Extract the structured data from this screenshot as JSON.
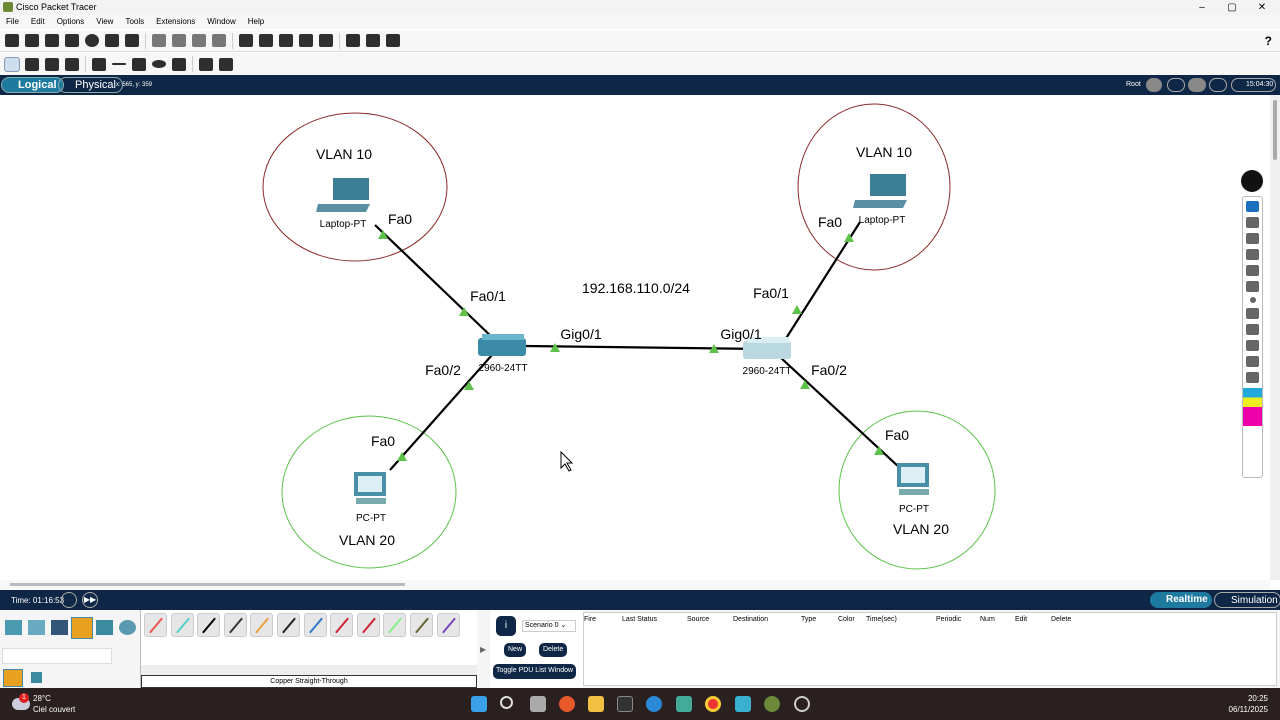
{
  "window": {
    "title": "Cisco Packet Tracer",
    "help_icon": "?"
  },
  "menu": [
    "File",
    "Edit",
    "Options",
    "View",
    "Tools",
    "Extensions",
    "Window",
    "Help"
  ],
  "nav": {
    "logical": "Logical",
    "physical": "Physical",
    "coords": "x: 565, y: 359",
    "root": "Root",
    "clock": "15:04:30"
  },
  "topology": {
    "network_label": "192.168.110.0/24",
    "vlans": {
      "left_top": "VLAN 10",
      "right_top": "VLAN 10",
      "left_bottom": "VLAN 20",
      "right_bottom": "VLAN 20"
    },
    "devices": {
      "laptop_left": "Laptop-PT",
      "laptop_right": "Laptop-PT",
      "pc_left": "PC-PT",
      "pc_right": "PC-PT",
      "switch_left": "2960-24TT",
      "switch_right": "2960-24TT"
    },
    "ports": {
      "laptop_left_fa0": "Fa0",
      "sw1_fa01": "Fa0/1",
      "sw1_gig01": "Gig0/1",
      "sw1_fa02": "Fa0/2",
      "pc_left_fa0": "Fa0",
      "laptop_right_fa0": "Fa0",
      "sw2_fa01": "Fa0/1",
      "sw2_gig01": "Gig0/1",
      "sw2_fa02": "Fa0/2",
      "pc_right_fa0": "Fa0"
    },
    "colors": {
      "vlan10": "#8b2a2a",
      "vlan20": "#5cc24a",
      "link": "#000000",
      "port_up": "#5cc24a"
    }
  },
  "bottom": {
    "time": "Time: 01:16:53",
    "realtime": "Realtime",
    "simulation": "Simulation",
    "cable_name": "Copper Straight-Through",
    "scenario": "Scenario 0",
    "new": "New",
    "delete": "Delete",
    "toggle": "Toggle PDU List Window",
    "pdu_columns": [
      "Fire",
      "Last Status",
      "Source",
      "Destination",
      "Type",
      "Color",
      "Time(sec)",
      "Periodic",
      "Num",
      "Edit",
      "Delete"
    ]
  },
  "taskbar": {
    "temp": "28°C",
    "weather": "Ciel couvert",
    "badge": "1",
    "time": "20:25",
    "date": "06/11/2025"
  }
}
